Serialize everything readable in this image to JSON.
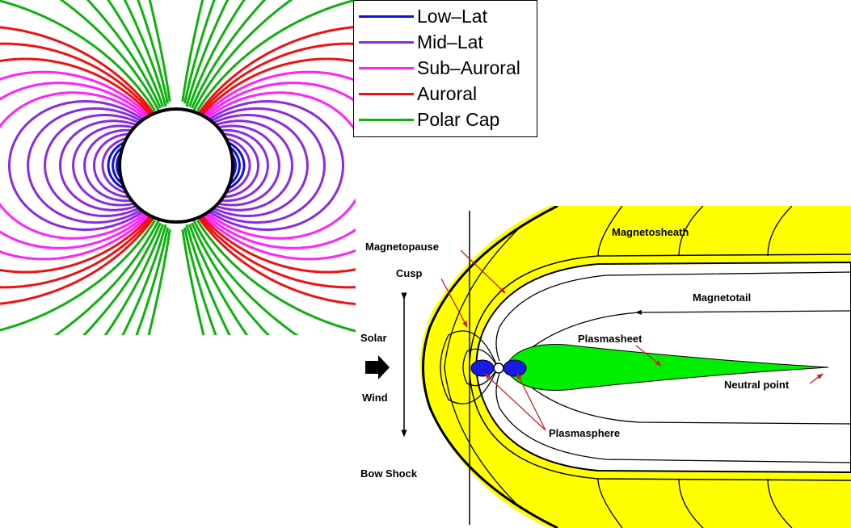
{
  "legend": {
    "items": [
      {
        "label": "Low–Lat",
        "color": "#1010d8"
      },
      {
        "label": "Mid–Lat",
        "color": "#8a2be2"
      },
      {
        "label": "Sub–Auroral",
        "color": "#ff22ff"
      },
      {
        "label": "Auroral",
        "color": "#ee1111"
      },
      {
        "label": "Polar Cap",
        "color": "#10b010"
      }
    ]
  },
  "magnetosphere": {
    "labels": {
      "magnetosheath": "Magnetosheath",
      "magnetopause": "Magnetopause",
      "cusp": "Cusp",
      "magnetotail": "Magnetotail",
      "plasmasheet": "Plasmasheet",
      "solar": "Solar",
      "wind": "Wind",
      "neutral_point": "Neutral point",
      "plasmasphere": "Plasmasphere",
      "bow_shock": "Bow Shock"
    },
    "colors": {
      "sheath": "#ffff00",
      "plasmasheet": "#00ee00",
      "plasmasphere": "#1a1ae6",
      "pointer": "#cc2222"
    }
  }
}
